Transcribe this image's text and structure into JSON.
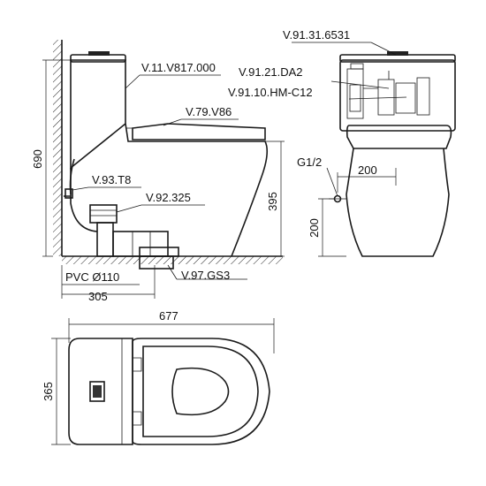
{
  "labels": {
    "tank_lid": "V.91.31.6531",
    "body": "V.11.V817.000",
    "fill_valve": "V.91.21.DA2",
    "flush_valve": "V.91.10.HM-C12",
    "seat": "V.79.V86",
    "angle_valve": "V.93.T8",
    "trap": "V.92.325",
    "flange": "V.97.GS3",
    "pipe": "PVC Ø110",
    "inlet_thread": "G1/2"
  },
  "dimensions": {
    "height_total": "690",
    "bowl_height": "395",
    "rough_in": "305",
    "length": "677",
    "width": "365",
    "inlet_offset_horizontal": "200",
    "inlet_height": "200"
  }
}
